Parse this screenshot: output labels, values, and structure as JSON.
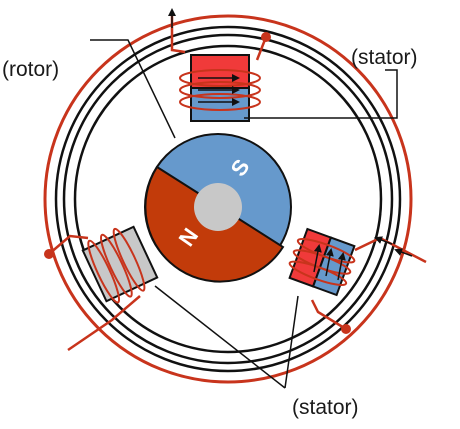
{
  "labels": {
    "rotor": "(rotor)",
    "stator_top": "(stator)",
    "stator_bottom": "(stator)"
  },
  "poles": {
    "north": "N",
    "south": "S"
  },
  "colors": {
    "wire": "#c8341c",
    "magnet_red": "#c23b0a",
    "stator_red": "#f03a3a",
    "magnet_blue": "#6699cc",
    "stator_gray": "#c8c8c8",
    "ring_black": "#111111",
    "shaft_gray": "#c8c8c8"
  }
}
